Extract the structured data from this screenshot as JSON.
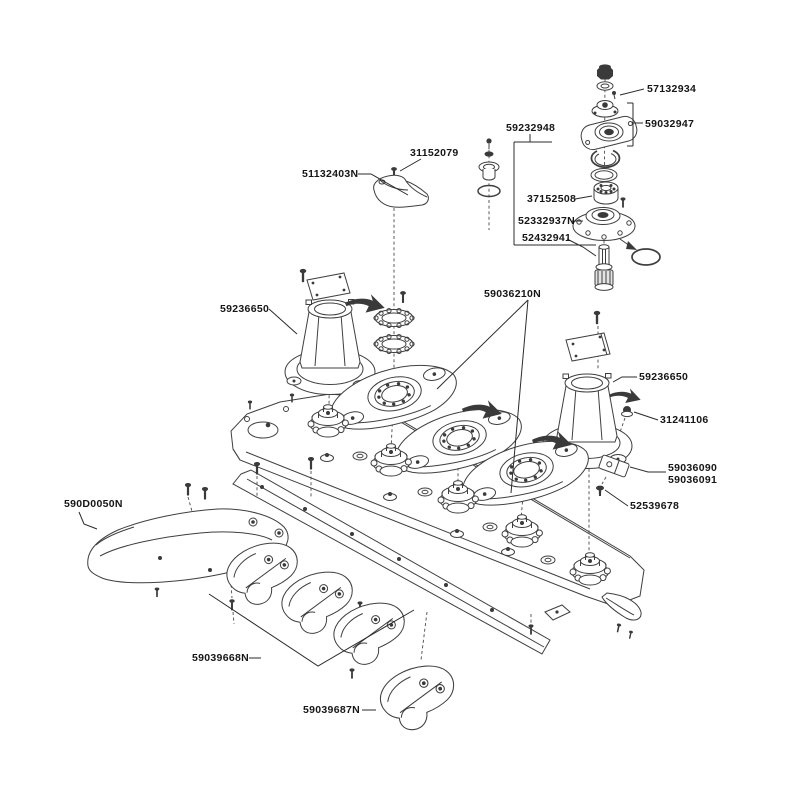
{
  "drawing": {
    "type": "exploded-parts-diagram",
    "subject": "disc mower cutterbar assembly",
    "colors": {
      "background": "#ffffff",
      "line": "#3f3f3f",
      "label_text": "#161616"
    }
  },
  "labels": [
    {
      "part": "57132934"
    },
    {
      "part": "59032947"
    },
    {
      "part": "59232948"
    },
    {
      "part": "31152079"
    },
    {
      "part": "51132403N"
    },
    {
      "part": "37152508"
    },
    {
      "part": "52332937N"
    },
    {
      "part": "52432941"
    },
    {
      "part": "59036210N"
    },
    {
      "part": "59236650"
    },
    {
      "part": "59236650"
    },
    {
      "part": "31241106"
    },
    {
      "part": "59036090"
    },
    {
      "part": "59036091"
    },
    {
      "part": "52539678"
    },
    {
      "part": "590D0050N"
    },
    {
      "part": "59039668N"
    },
    {
      "part": "59039687N"
    }
  ]
}
